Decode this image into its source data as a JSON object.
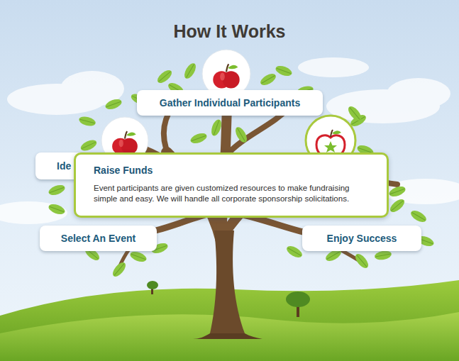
{
  "diagram": {
    "title": "How It Works",
    "nodes": [
      {
        "text": [
          "Gather Individual Participants"
        ]
      },
      {
        "text": [
          "Ide"
        ]
      },
      {
        "text": [
          "Raise Funds",
          "Event participants are given customized resources to make fundraising simple and easy. We will handle all corporate sponsorship solicitations."
        ]
      },
      {
        "text": [
          "Select An Event"
        ]
      },
      {
        "text": [
          "Enjoy Success"
        ]
      }
    ]
  }
}
